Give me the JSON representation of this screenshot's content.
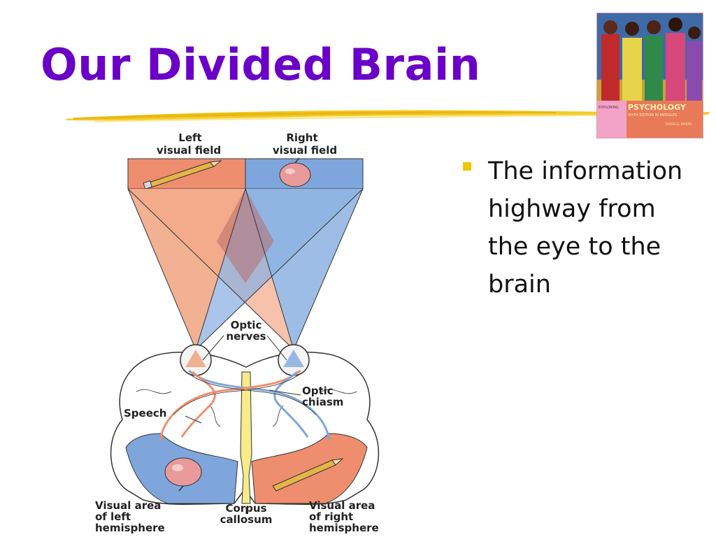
{
  "slide": {
    "title": "Our Divided Brain",
    "bullets": [
      {
        "text": "The information highway from the eye to the brain"
      }
    ]
  },
  "book_cover": {
    "series": "EXPLORING",
    "subject": "PSYCHOLOGY",
    "edition": "SIXTH EDITION IN MODULES",
    "author": "DAVID G. MYERS"
  },
  "diagram": {
    "labels": {
      "left_field_1": "Left",
      "left_field_2": "visual field",
      "right_field_1": "Right",
      "right_field_2": "visual field",
      "optic_nerves_1": "Optic",
      "optic_nerves_2": "nerves",
      "optic_chiasm_1": "Optic",
      "optic_chiasm_2": "chiasm",
      "speech": "Speech",
      "visual_left_1": "Visual area",
      "visual_left_2": "of left",
      "visual_left_3": "hemisphere",
      "corpus_1": "Corpus",
      "corpus_2": "callosum",
      "visual_right_1": "Visual area",
      "visual_right_2": "of right",
      "visual_right_3": "hemisphere"
    }
  },
  "colors": {
    "title": "#6a00c8",
    "bullet": "#f2c400",
    "left_field": "#ef8e6e",
    "right_field": "#7ea6dc",
    "underline": "#f0c800"
  },
  "icons": [
    "pencil-icon",
    "apple-icon",
    "bullet-square-icon"
  ]
}
